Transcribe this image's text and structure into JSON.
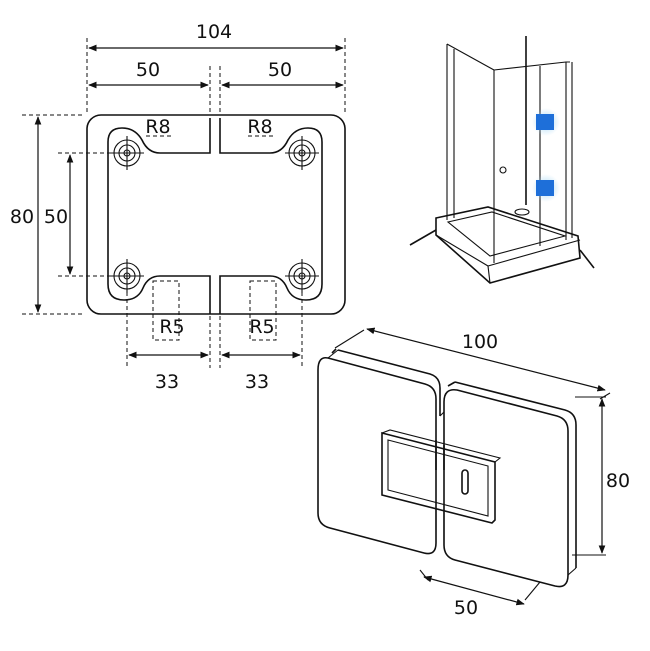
{
  "plan_view": {
    "dim_overall_width": "104",
    "dim_half_left": "50",
    "dim_half_right": "50",
    "dim_overall_height": "80",
    "dim_hole_spacing": "50",
    "radius_top_left": "R8",
    "radius_top_right": "R8",
    "radius_bottom_left": "R5",
    "radius_bottom_right": "R5",
    "dim_bottom_left": "33",
    "dim_bottom_right": "33"
  },
  "iso_view": {
    "dim_length": "100",
    "dim_height": "80",
    "dim_depth": "50"
  },
  "colors": {
    "line": "#111111",
    "hinge_marker": "#1e6fd9",
    "hinge_glow": "#a8d8f5"
  }
}
